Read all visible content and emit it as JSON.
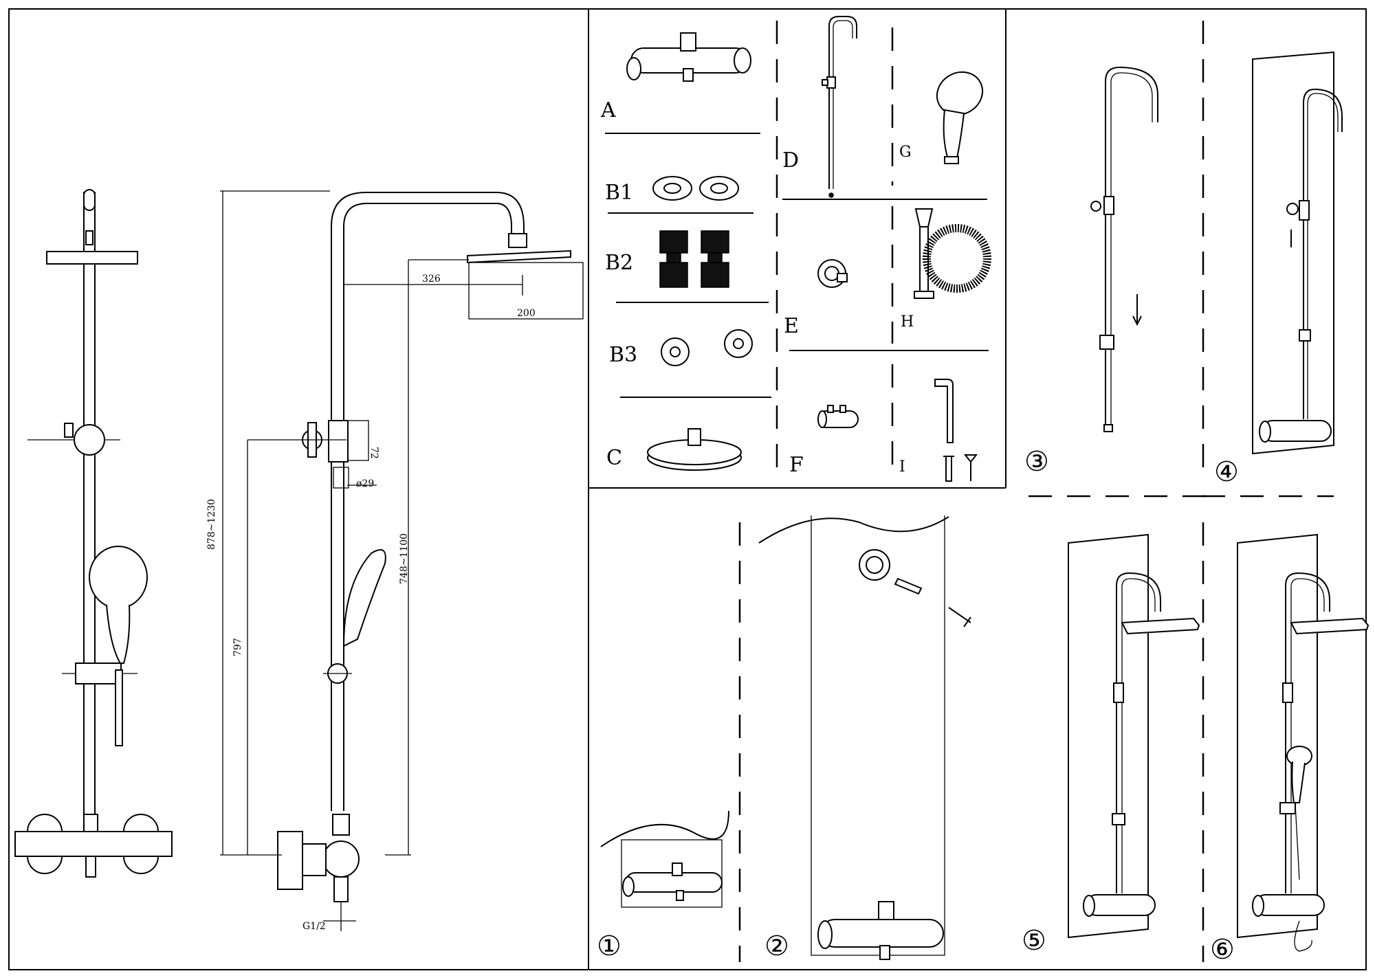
{
  "parts": {
    "a": "A",
    "b1": "B1",
    "b2": "B2",
    "b3": "B3",
    "c": "C",
    "d": "D",
    "e": "E",
    "f": "F",
    "g": "G",
    "h": "H",
    "i": "I"
  },
  "steps": [
    "①",
    "②",
    "③",
    "④",
    "⑤",
    "⑥"
  ],
  "dimensions": {
    "d326": "326",
    "d200": "200",
    "d72": "72",
    "d29": "ø29",
    "d878": "878~1230",
    "d748": "748~1100",
    "d797": "797",
    "g12": "G1/2"
  }
}
